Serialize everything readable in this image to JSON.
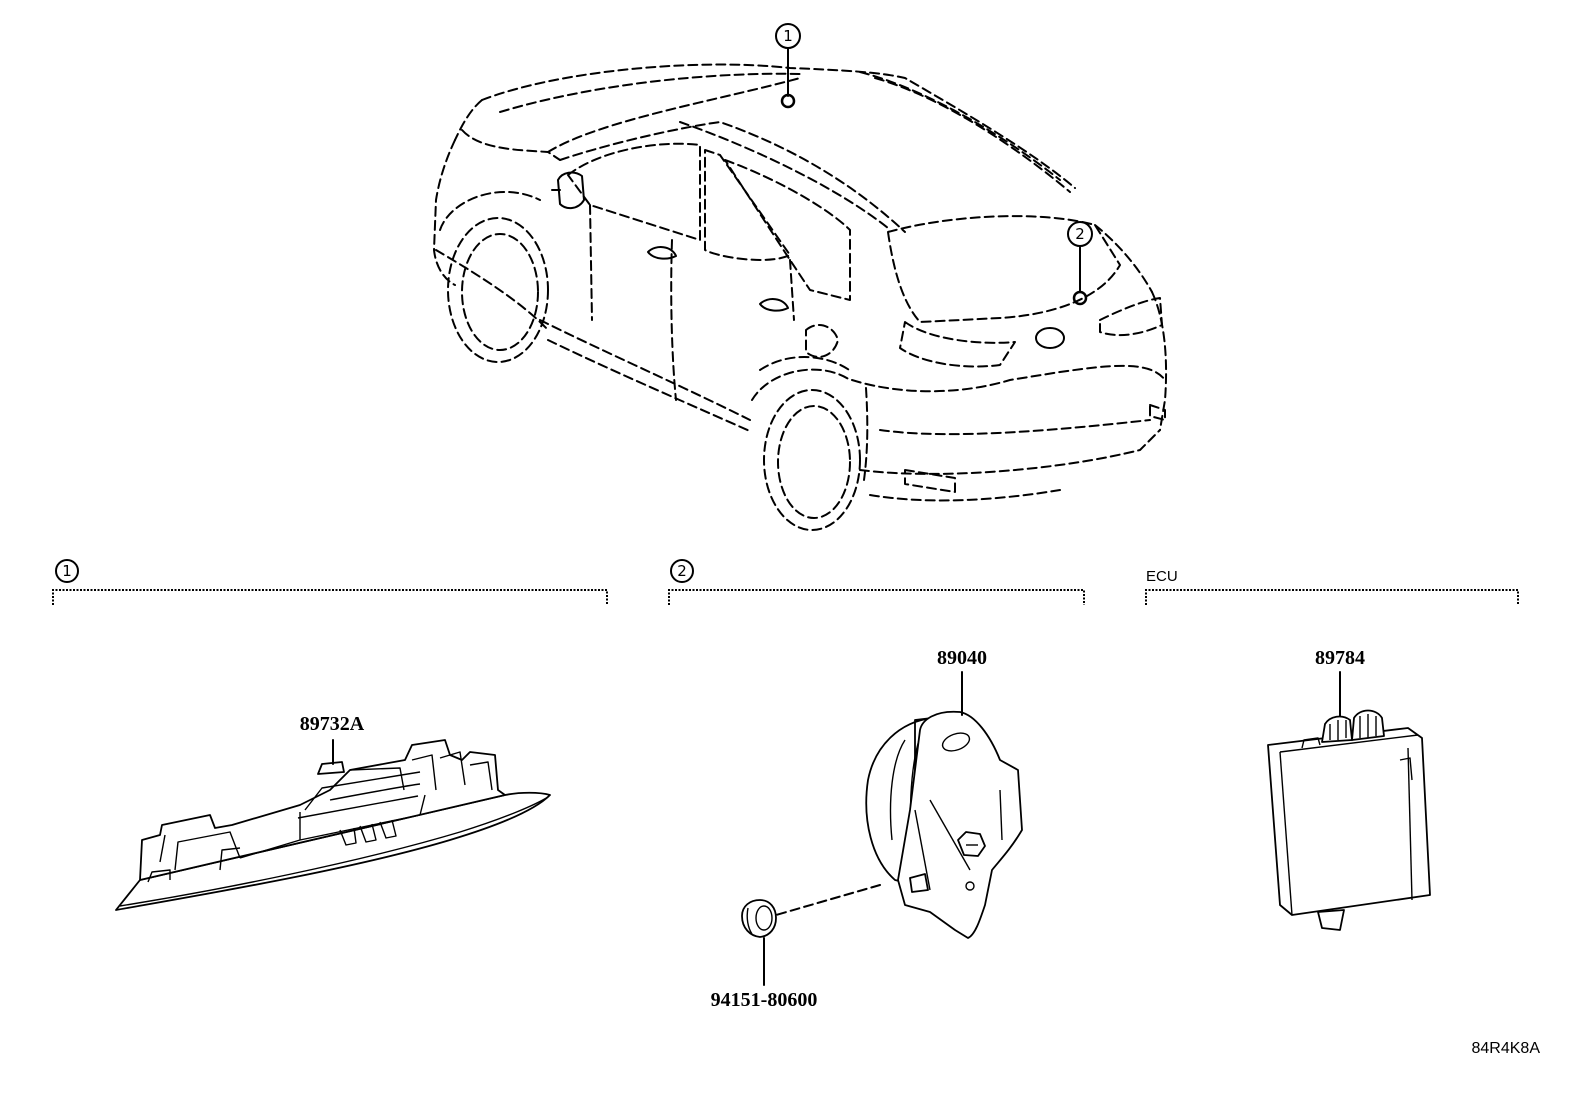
{
  "callouts": {
    "one": "1",
    "two": "2"
  },
  "sections": {
    "section1": {
      "marker": "1"
    },
    "section2": {
      "marker": "2"
    },
    "ecu": {
      "label": "ECU"
    }
  },
  "parts": {
    "sensor_89732a": "89732A",
    "horn_89040": "89040",
    "grommet_94151": "94151-80600",
    "ecu_89784": "89784"
  },
  "diagram_code": "84R4K8A"
}
